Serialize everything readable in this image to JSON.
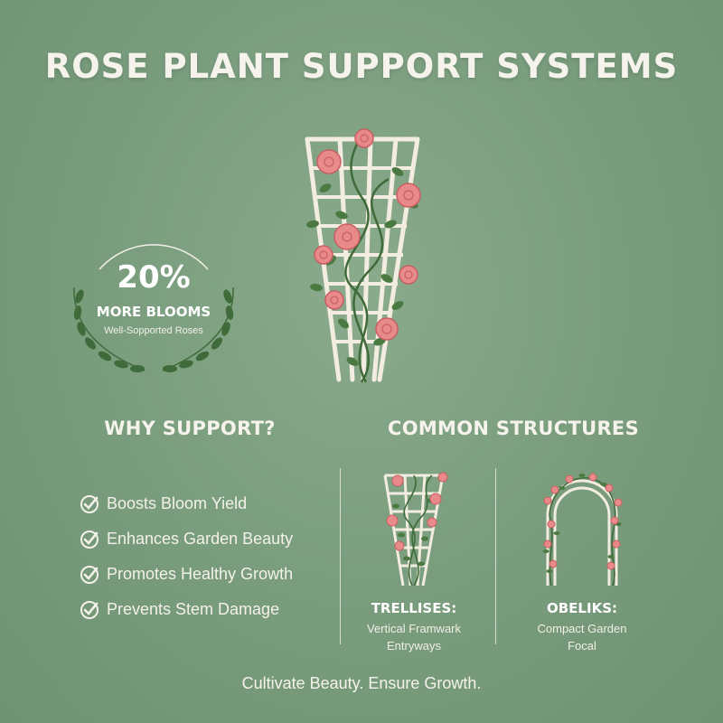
{
  "title": "ROSE PLANT SUPPORT SYSTEMS",
  "stat": {
    "value": "20%",
    "label": "MORE BLOOMS",
    "sub": "Well-Sopported Roses"
  },
  "why": {
    "heading": "WHY SUPPORT?",
    "benefits": [
      "Boosts Bloom Yield",
      "Enhances Garden Beauty",
      "Promotes Healthy Growth",
      "Prevents Stem Damage"
    ]
  },
  "structures": {
    "heading": "COMMON STRUCTURES",
    "items": [
      {
        "name": "TRELLISES:",
        "desc_line1": "Vertical Framwark",
        "desc_line2": "Entryways"
      },
      {
        "name": "OBELIKS:",
        "desc_line1": "Compact Garden",
        "desc_line2": "Focal"
      }
    ]
  },
  "footer": "Cultivate Beauty. Ensure Growth.",
  "colors": {
    "background": "#7b9e7f",
    "trellis": "#f2ede0",
    "rose": "#e98a8a",
    "rose_dark": "#c95f63",
    "leaf": "#3f6b3a",
    "text": "#f4f1ea"
  },
  "icons": [
    "laurel-wreath-icon",
    "check-icon",
    "climbing-rose-trellis-illustration",
    "mini-trellis-illustration",
    "rose-arch-illustration"
  ]
}
